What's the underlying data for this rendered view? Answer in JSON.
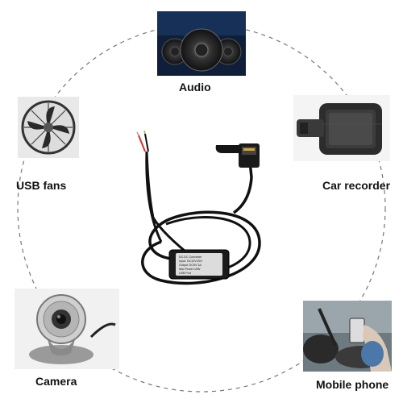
{
  "labels": {
    "audio": "Audio",
    "usb_fans": "USB fans",
    "car_recorder": "Car recorder",
    "camera": "Camera",
    "mobile_phone": "Mobile phone"
  },
  "converter_text": [
    "DC-DC Converter",
    "Input: DC12V/24V",
    "Output: DC5V 3A",
    "Max Power:15W",
    "USB Port"
  ],
  "colors": {
    "dashed_circle": "#777777",
    "cable": "#111111",
    "audio_bg": "#0f1f3a",
    "wire_red": "#d9302b"
  }
}
